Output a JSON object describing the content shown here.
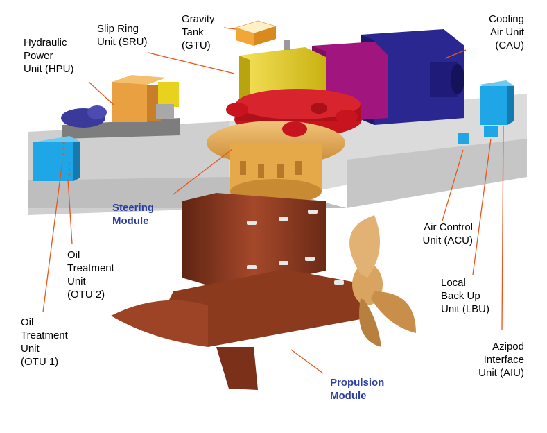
{
  "labels": {
    "gtu": "Gravity\nTank\n(GTU)",
    "sru": "Slip Ring\nUnit (SRU)",
    "hpu": "Hydraulic\nPower\nUnit (HPU)",
    "cau": "Cooling\nAir Unit\n(CAU)",
    "steering": "Steering\nModule",
    "otu2": "Oil\nTreatment\nUnit\n(OTU 2)",
    "otu1": "Oil\nTreatment\nUnit\n(OTU 1)",
    "acu": "Air Control\nUnit (ACU)",
    "lbu": "Local\nBack Up\nUnit (LBU)",
    "aiu": "Azipod\nInterface\nUnit (AIU)",
    "propulsion": "Propulsion\nModule"
  },
  "colors": {
    "leader": "#e8541a",
    "module_label": "#2b3fa0",
    "hull": "#8b3a1e",
    "propeller": "#d9a460",
    "sru": "#e8d21e",
    "magenta": "#a0157e",
    "cau": "#23208a",
    "cyan": "#1ea6e6",
    "ring": "#e6a94a",
    "red": "#c8141e",
    "deck": "#c8c8c8"
  }
}
